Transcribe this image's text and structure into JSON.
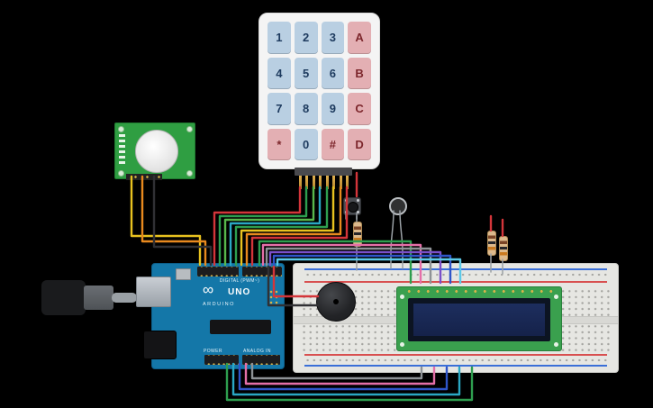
{
  "canvas": {
    "background": "#000000"
  },
  "keypad": {
    "component": "membrane-keypad-4x4",
    "keys": [
      "1",
      "2",
      "3",
      "A",
      "4",
      "5",
      "6",
      "B",
      "7",
      "8",
      "9",
      "C",
      "*",
      "0",
      "#",
      "D"
    ]
  },
  "arduino": {
    "component": "arduino-uno",
    "brand": "ARDUINO",
    "model": "UNO",
    "logo": "∞",
    "digital_label": "DIGITAL (PWM~)",
    "power_label": "POWER",
    "analog_label": "ANALOG IN"
  },
  "components": {
    "pir": "pir-motion-sensor",
    "lcd": "lcd-display-16x2",
    "breadboard": "breadboard",
    "buzzer": "piezo-buzzer",
    "pushbutton": "pushbutton",
    "led": "led",
    "resistors": [
      "resistor",
      "resistor",
      "resistor"
    ],
    "usb_cable": "usb-cable"
  },
  "palette": {
    "wire_red": "#d4353a",
    "wire_green": "#2e9e4f",
    "wire_light_green": "#58b84c",
    "wire_cyan": "#2aa8c4",
    "wire_sky": "#5bc8e8",
    "wire_blue": "#2f55c9",
    "wire_purple": "#7a4fc9",
    "wire_pink": "#e56fa8",
    "wire_gray": "#8e9296",
    "wire_yellow": "#e8c21f",
    "wire_orange": "#e8891e",
    "wire_black": "#303034",
    "board_blue": "#1477a8",
    "pcb_green": "#2f9e42"
  }
}
